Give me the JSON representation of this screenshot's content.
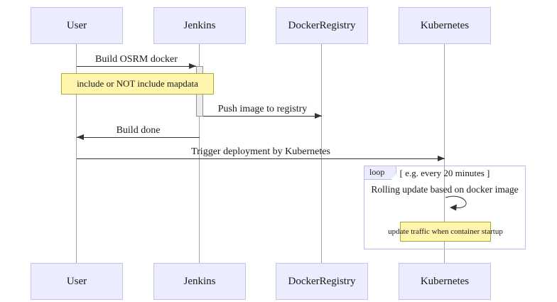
{
  "diagram": {
    "type": "sequence-diagram",
    "participants": [
      "User",
      "Jenkins",
      "DockerRegistry",
      "Kubernetes"
    ],
    "messages": {
      "build_osrm": "Build OSRM docker",
      "push_image": "Push image to registry",
      "build_done": "Build done",
      "trigger_deploy": "Trigger deployment by Kubernetes",
      "rolling_update": "Rolling update based on docker image"
    },
    "notes": {
      "mapdata": "include or NOT include mapdata",
      "traffic": "update traffic when container startup"
    },
    "loop": {
      "label": "loop",
      "condition": "[ e.g. every 20 minutes ]"
    },
    "colors": {
      "participant_fill": "#ECECFF",
      "participant_border": "#C5C5E8",
      "note_fill": "#FFF5AD",
      "note_border": "#AAAA33",
      "frame_border": "#BCBCEC",
      "lifeline": "#A6A6A6",
      "arrow": "#333333"
    }
  }
}
